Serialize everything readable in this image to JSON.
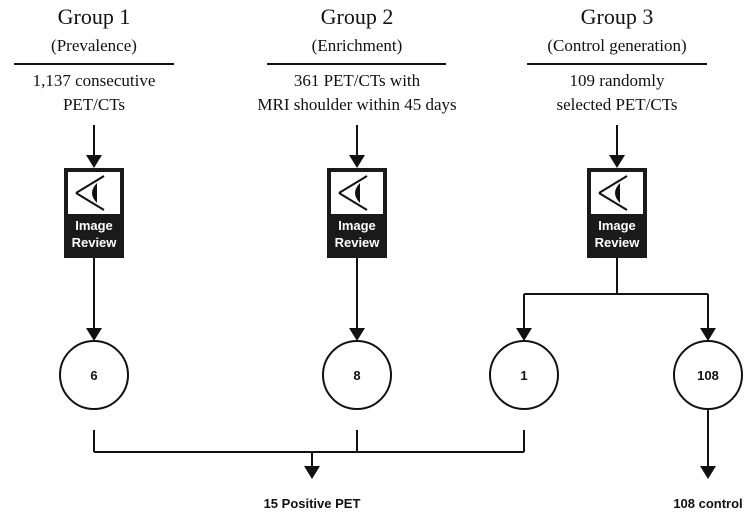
{
  "groups": [
    {
      "title": "Group 1",
      "subtitle": "(Prevalence)",
      "description": [
        "1,137 consecutive",
        "PET/CTs"
      ],
      "review_label": [
        "Image",
        "Review"
      ],
      "review_icon": "eye-icon"
    },
    {
      "title": "Group 2",
      "subtitle": "(Enrichment)",
      "description": [
        "361 PET/CTs with",
        "MRI shoulder within 45 days"
      ],
      "review_label": [
        "Image",
        "Review"
      ],
      "review_icon": "eye-icon"
    },
    {
      "title": "Group 3",
      "subtitle": "(Control generation)",
      "description": [
        "109 randomly",
        "selected PET/CTs"
      ],
      "review_label": [
        "Image",
        "Review"
      ],
      "review_icon": "eye-icon"
    }
  ],
  "counts": [
    "6",
    "8",
    "1",
    "108"
  ],
  "outcomes": {
    "positive": "15 Positive PET",
    "control": "108 control"
  },
  "colors": {
    "ink": "#111111",
    "review_box": "#1a1a1a",
    "background": "#ffffff"
  }
}
